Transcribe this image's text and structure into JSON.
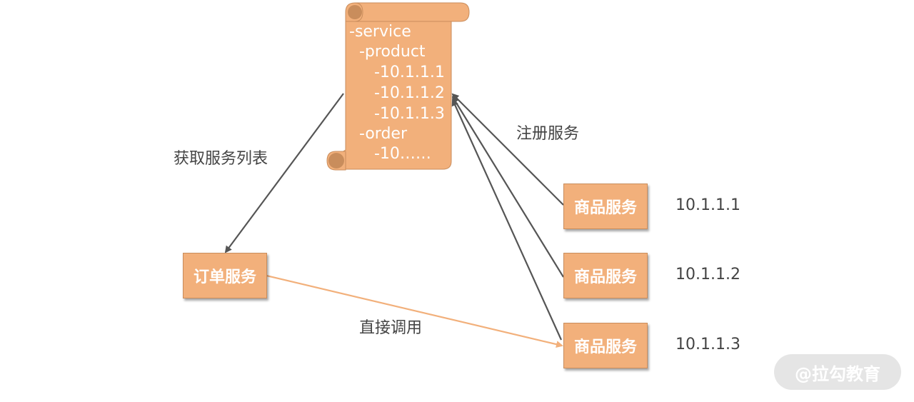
{
  "registry": {
    "lines": [
      "-service",
      "  -product",
      "     -10.1.1.1",
      "     -10.1.1.2",
      "     -10.1.1.3",
      "  -order",
      "     -10……"
    ]
  },
  "labels": {
    "fetch_list": "获取服务列表",
    "register": "注册服务",
    "direct_call": "直接调用"
  },
  "order_service": {
    "label": "订单服务"
  },
  "product_services": [
    {
      "label": "商品服务",
      "ip": "10.1.1.1"
    },
    {
      "label": "商品服务",
      "ip": "10.1.1.2"
    },
    {
      "label": "商品服务",
      "ip": "10.1.1.3"
    }
  ],
  "watermark": {
    "text": "@拉勾教育"
  },
  "colors": {
    "box_fill": "#f2b07b",
    "scroll_fill": "#f2b07b",
    "scroll_curl": "#c98d5c",
    "arrow_dark": "#555555",
    "arrow_orange": "#f2b07b",
    "text": "#444444"
  }
}
